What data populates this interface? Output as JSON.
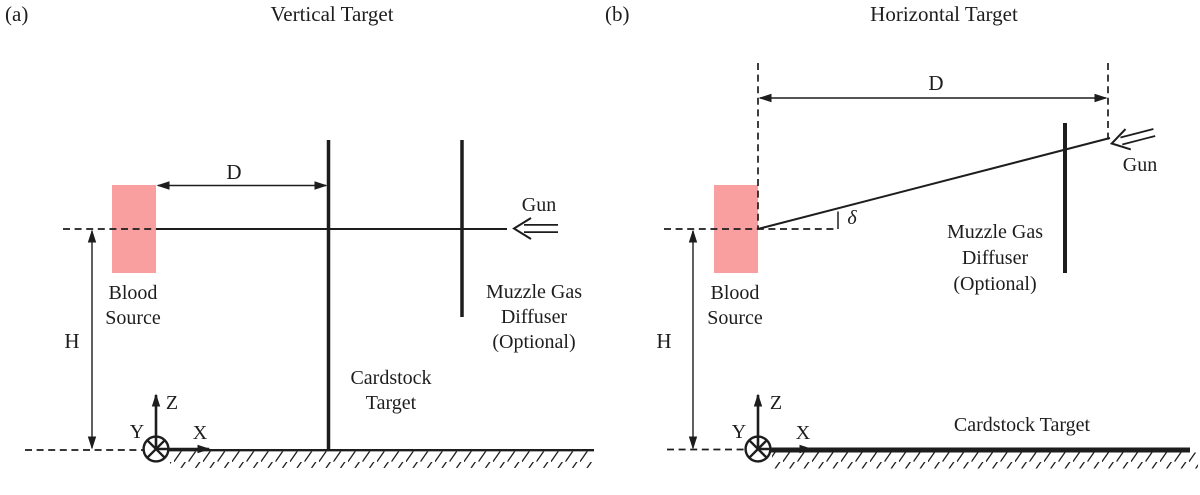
{
  "figure": {
    "colors": {
      "blood_source": "#F99F9F",
      "ink": "#1D1D1D"
    },
    "panel_a": {
      "tag": "(a)",
      "title": "Vertical Target",
      "dim_d": "D",
      "dim_h": "H",
      "gun": "Gun",
      "blood_source": [
        "Blood",
        "Source"
      ],
      "cardstock": [
        "Cardstock",
        "Target"
      ],
      "muzzle": [
        "Muzzle Gas",
        "Diffuser",
        "(Optional)"
      ],
      "axes": {
        "x": "X",
        "y": "Y",
        "z": "Z"
      }
    },
    "panel_b": {
      "tag": "(b)",
      "title": "Horizontal Target",
      "dim_d": "D",
      "dim_h": "H",
      "angle": "δ",
      "gun": "Gun",
      "blood_source": [
        "Blood",
        "Source"
      ],
      "cardstock": "Cardstock Target",
      "muzzle": [
        "Muzzle Gas",
        "Diffuser",
        "(Optional)"
      ],
      "axes": {
        "x": "X",
        "y": "Y",
        "z": "Z"
      }
    }
  }
}
